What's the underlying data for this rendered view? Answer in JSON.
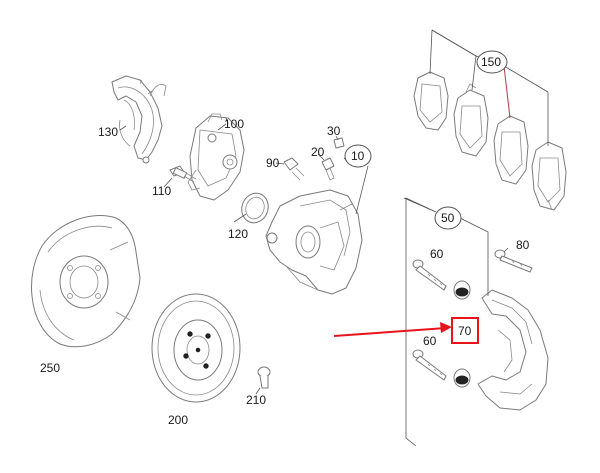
{
  "colors": {
    "line_art": "#7a7a7a",
    "callout_text": "#1a1a1a",
    "highlight": "#e8141b"
  },
  "labels": {
    "p10": "10",
    "p20": "20",
    "p30": "30",
    "p50": "50",
    "p60a": "60",
    "p60b": "60",
    "p70": "70",
    "p80": "80",
    "p90": "90",
    "p100": "100",
    "p110": "110",
    "p120": "120",
    "p130": "130",
    "p150": "150",
    "p200": "200",
    "p210": "210",
    "p250": "250"
  }
}
